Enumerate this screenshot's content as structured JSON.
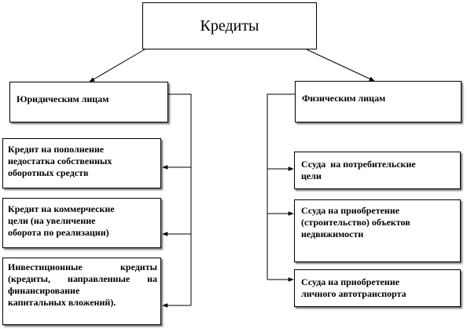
{
  "root": {
    "label": "Кредиты"
  },
  "legal": {
    "label": "Юридическим лицам",
    "items": [
      {
        "lines": [
          "Кредит на пополнение",
          "недостатка собственных",
          "оборотных средств"
        ]
      },
      {
        "lines": [
          "Кредит на коммерческие",
          "цели (на увеличение",
          "оборота по реализации)"
        ]
      },
      {
        "lines": [
          "Инвестиционные кредиты",
          "(кредиты, направленные на",
          "финансирование",
          "капитальных вложений)."
        ]
      }
    ]
  },
  "physical": {
    "label": "Физическим лицам",
    "items": [
      {
        "lines": [
          "Ссуда  на потребительские",
          "цели"
        ]
      },
      {
        "lines": [
          "Ссуда на приобретение",
          "(строительство) объектов",
          "недвижимости"
        ]
      },
      {
        "lines": [
          "Ссуда на приобретение",
          "личного автотранспорта"
        ]
      }
    ]
  }
}
